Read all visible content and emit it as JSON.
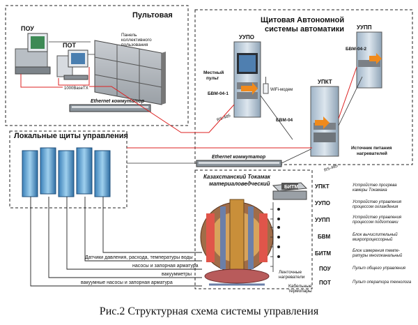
{
  "regions": {
    "console_room": "Пультовая",
    "auto_cabinet_l1": "Щитовая Автономной",
    "auto_cabinet_l2": "системы автоматики",
    "local_panels": "Локальные щиты управления"
  },
  "devices": {
    "pou": "ПОУ",
    "pot": "ПОТ",
    "uupo": "УУПО",
    "uupp": "УУПП",
    "upkt": "УПКТ",
    "bitm": "БИТМ",
    "bvm_04_1": "БВМ-04-1",
    "bvm_04_2": "БВМ-04-2",
    "bvm_04": "БВМ-04",
    "local_panel_l1": "Местный",
    "local_panel_l2": "пульт",
    "wifi_modem": "WiFi-модем",
    "rs485_a": "RS-485",
    "rs485_b": "RS-485",
    "base_tx": "1000BaseTX",
    "panel_l1": "Панель",
    "panel_l2": "коллективного",
    "panel_l3": "пользования",
    "ethernet_switch_1": "Ethernet коммутатор",
    "ethernet_switch_2": "Ethernet коммутатор",
    "power_source_l1": "Источник питания",
    "power_source_l2": "нагревателей"
  },
  "tokamak": {
    "title_l1": "Казахстанский Токамак",
    "title_l2": "материаловедческий"
  },
  "signals": [
    "Датчики давления, расхода, температуры воды",
    "насосы и запорная арматура",
    "вакуумметры",
    "вакуумные насосы и запорная арматура"
  ],
  "heaters": {
    "tape_l1": "Ленточные",
    "tape_l2": "нагреватели",
    "cable_l1": "Кабельные",
    "cable_l2": "термопары"
  },
  "legend": [
    {
      "abbr": "УПКТ",
      "desc_l1": "Устройство прогрева",
      "desc_l2": "камеры Токамака"
    },
    {
      "abbr": "УУПО",
      "desc_l1": "Устройство управления",
      "desc_l2": "процессом охлаждения"
    },
    {
      "abbr": "УУПП",
      "desc_l1": "Устройство управления",
      "desc_l2": "процессом подготовки"
    },
    {
      "abbr": "БВМ",
      "desc_l1": "Блок вычислительный",
      "desc_l2": "микропроцессорный"
    },
    {
      "abbr": "БИТМ",
      "desc_l1": "Блок измерения темпе-",
      "desc_l2": "ратуры многоканальный"
    },
    {
      "abbr": "ПОУ",
      "desc_l1": "Пульт общего управления",
      "desc_l2": ""
    },
    {
      "abbr": "ПОТ",
      "desc_l1": "Пульт оператора технолога",
      "desc_l2": ""
    }
  ],
  "caption": "Рис.2 Структурная схема системы управления"
}
